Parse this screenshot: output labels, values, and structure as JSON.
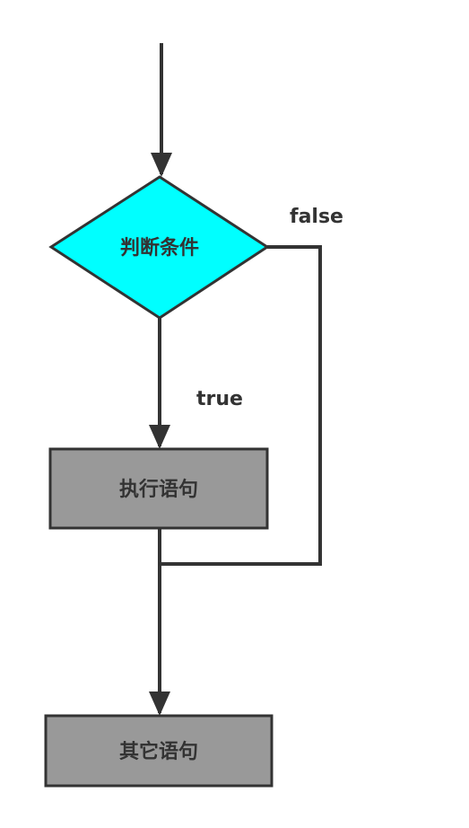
{
  "nodes": {
    "condition": {
      "label": "判断条件",
      "fill": "#00ffff"
    },
    "execute": {
      "label": "执行语句",
      "fill": "#999999"
    },
    "other": {
      "label": "其它语句",
      "fill": "#999999"
    }
  },
  "edges": {
    "true_label": "true",
    "false_label": "false"
  },
  "colors": {
    "stroke": "#333333",
    "text": "#333333",
    "background": "#ffffff"
  }
}
